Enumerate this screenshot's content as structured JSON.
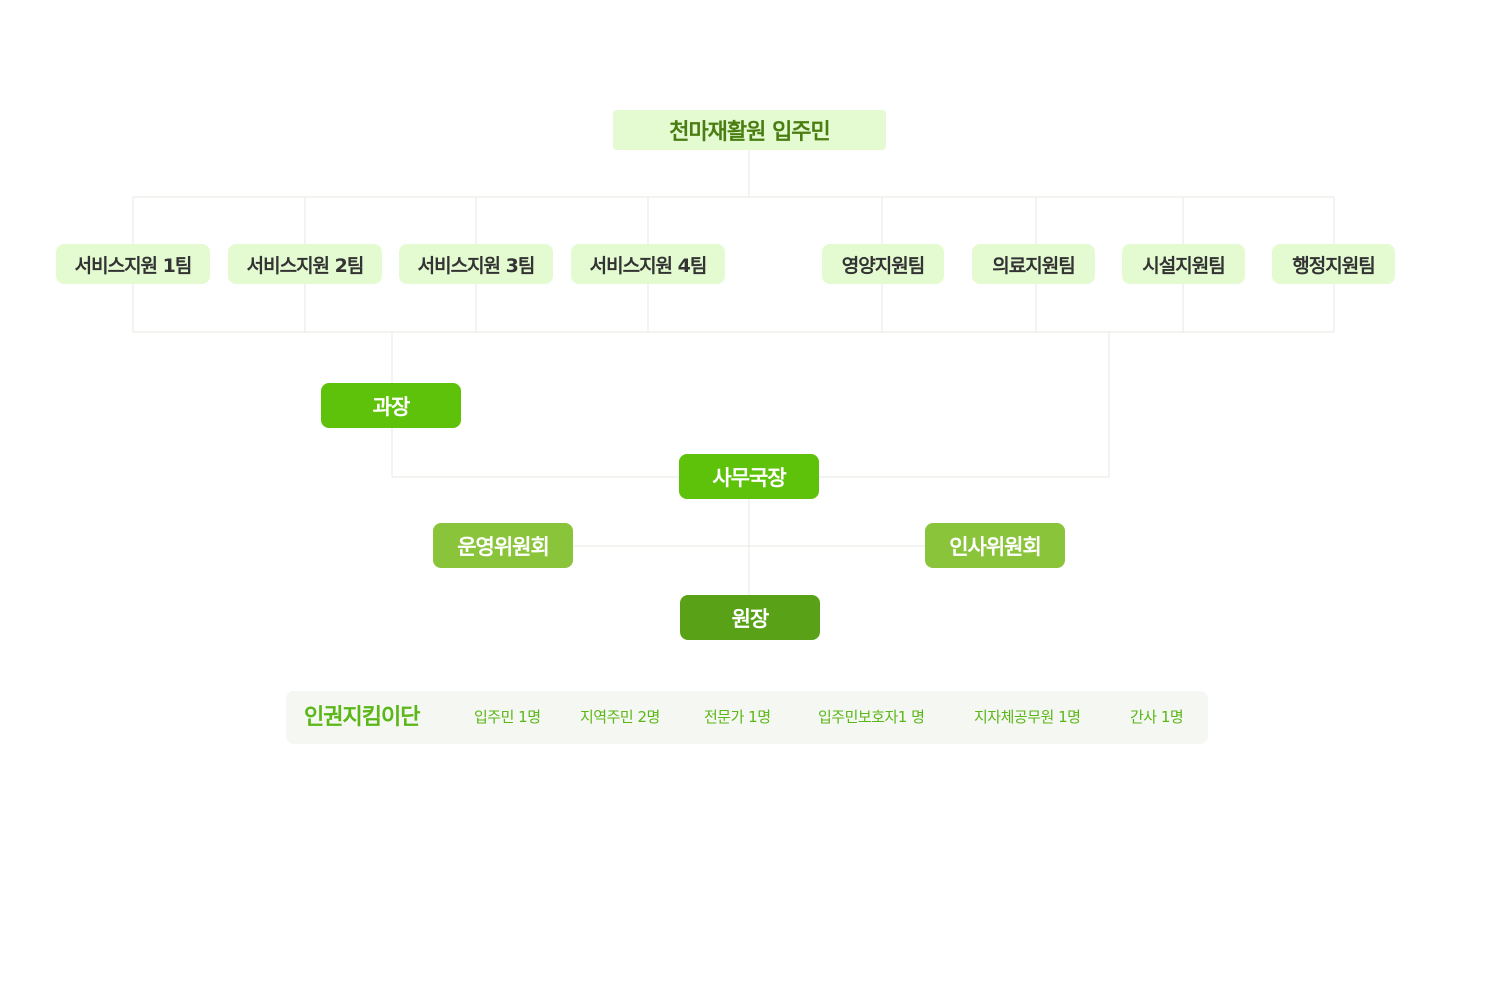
{
  "org_chart": {
    "top_node": "천마재활원 입주민",
    "teams": [
      "서비스지원 1팀",
      "서비스지원 2팀",
      "서비스지원 3팀",
      "서비스지원 4팀",
      "영양지원팀",
      "의료지원팀",
      "시설지원팀",
      "행정지원팀"
    ],
    "section_chief": "과장",
    "secretary_general": "사무국장",
    "committees": {
      "operations": "운영위원회",
      "personnel": "인사위원회"
    },
    "director": "원장"
  },
  "human_rights_committee": {
    "title": "인권지킴이단",
    "members": [
      "입주민 1명",
      "지역주민 2명",
      "전문가 1명",
      "입주민보호자1 명",
      "지자체공무원 1명",
      "간사 1명"
    ]
  },
  "colors": {
    "light_green_bg": "#e4fbd2",
    "manager_green": "#5ec20a",
    "committee_green": "#8ac43a",
    "director_green": "#59a217",
    "accent_text_green": "#5bb617",
    "connector_gray": "#e6e9e2"
  }
}
